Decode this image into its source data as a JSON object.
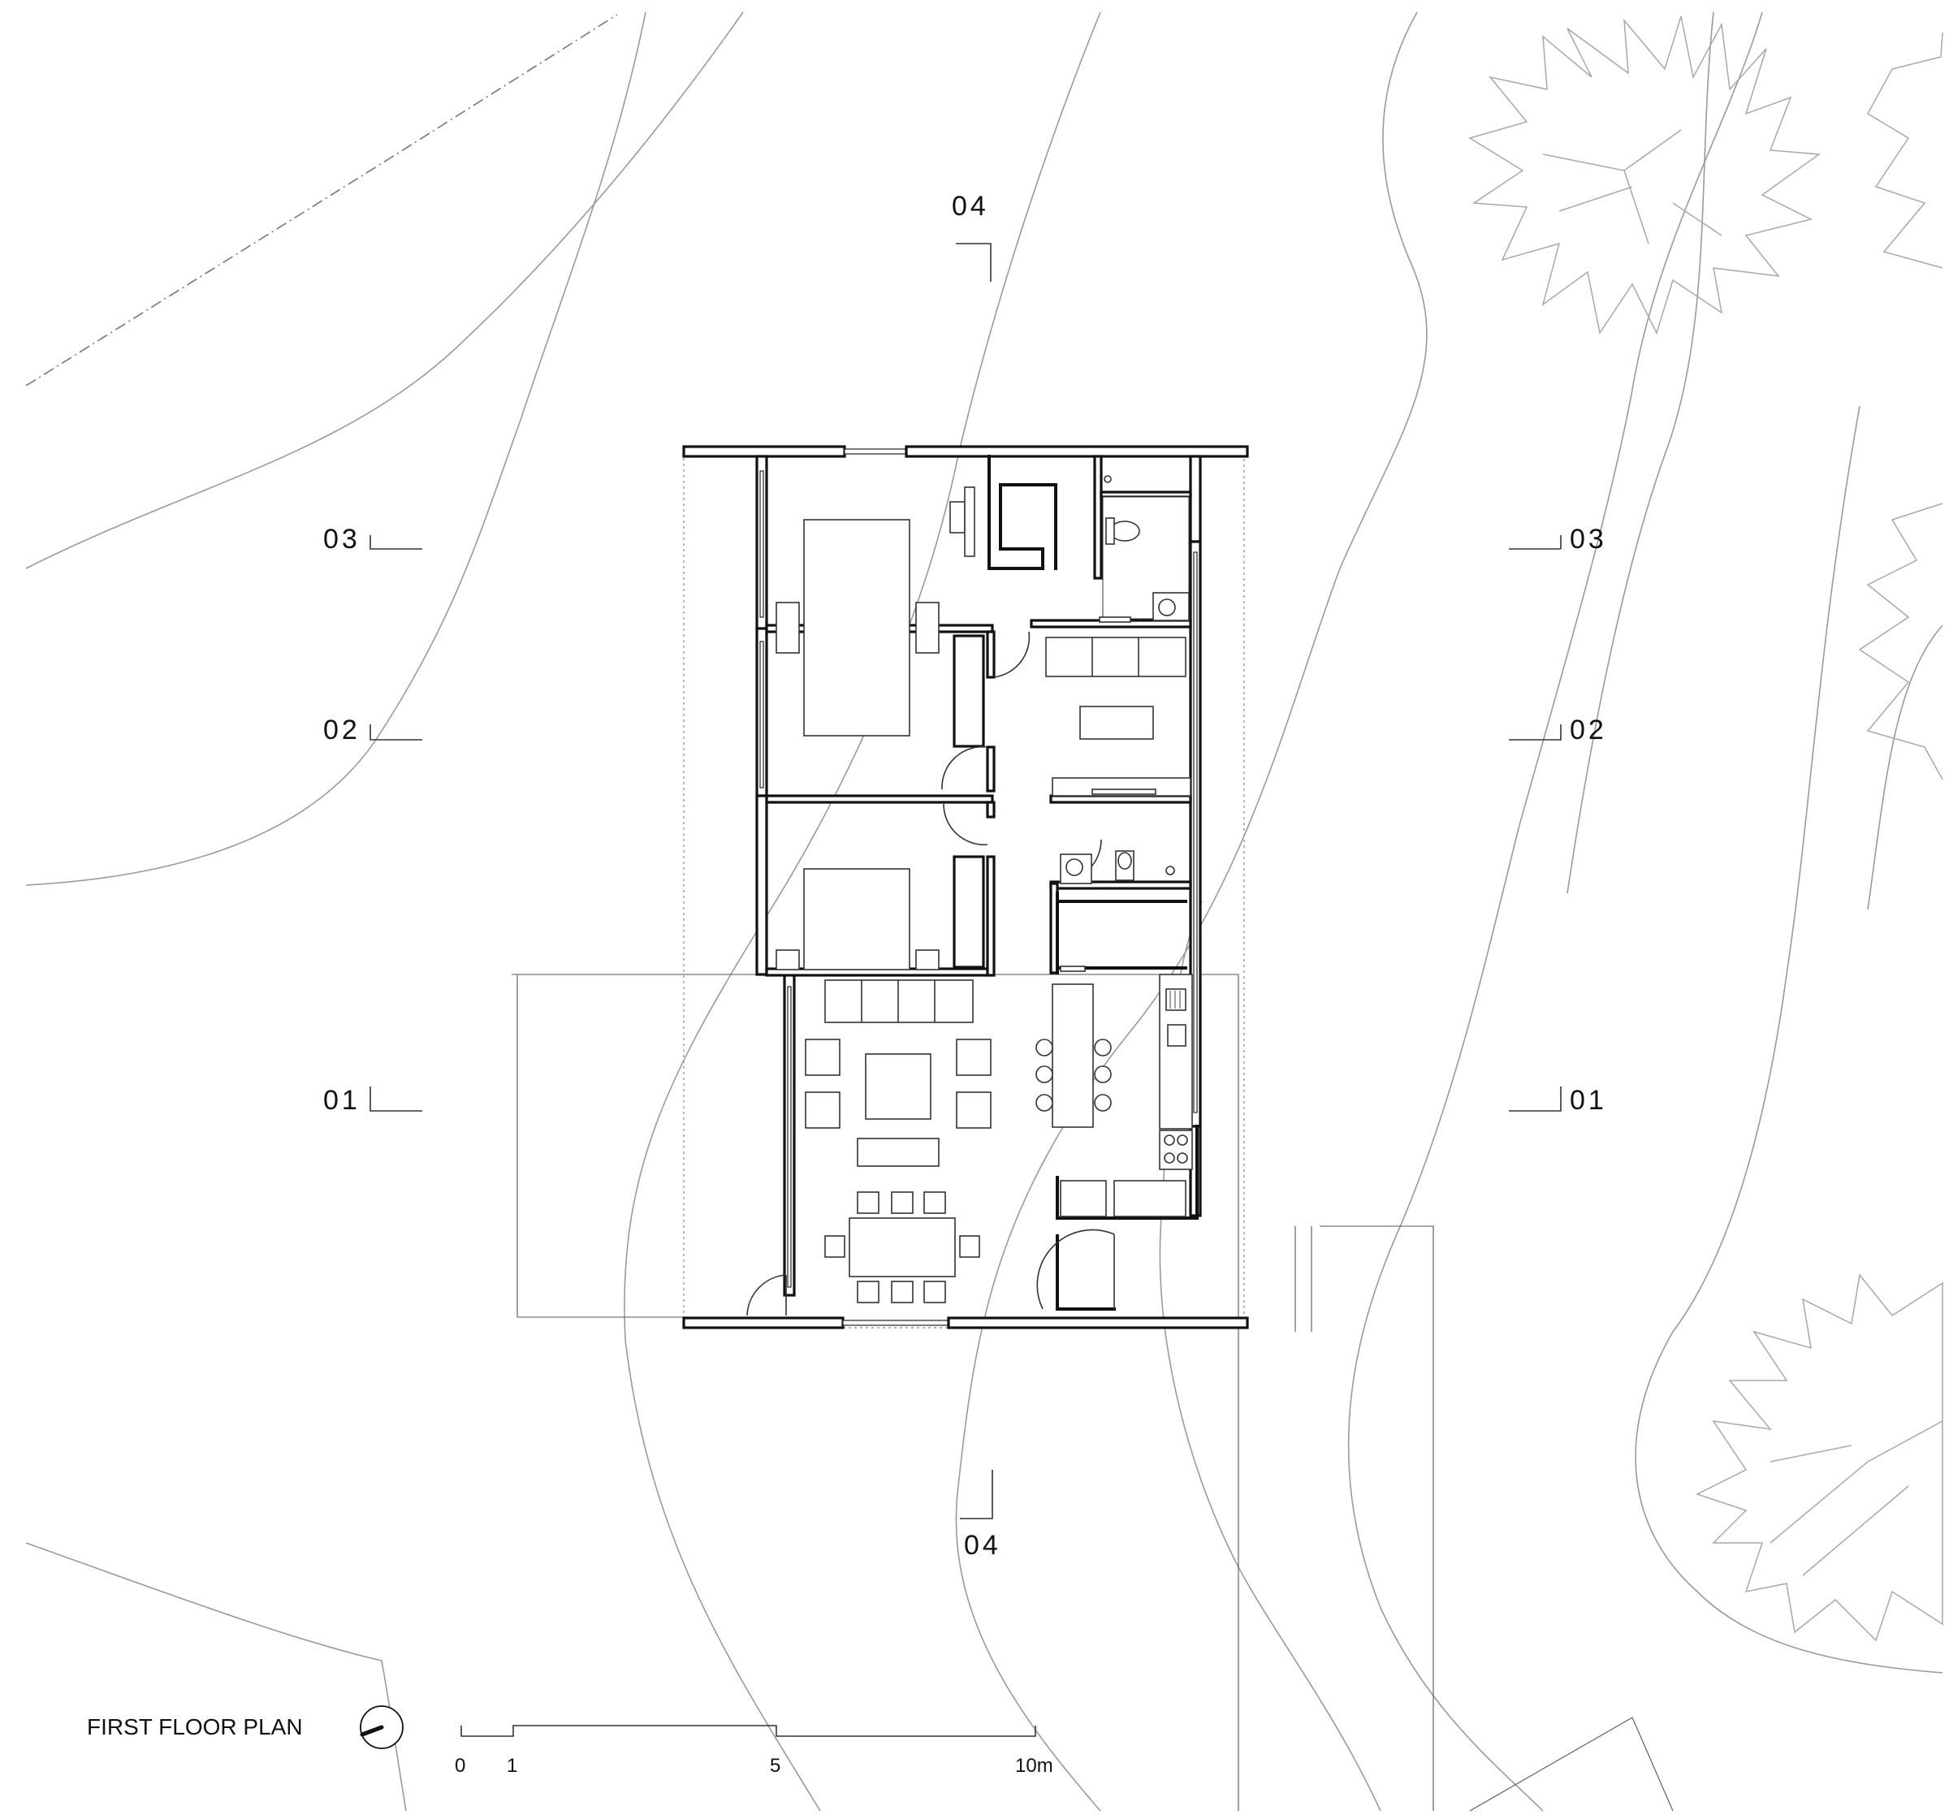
{
  "drawing": {
    "title": "FIRST FLOOR PLAN",
    "scale_bar": {
      "ticks": [
        "0",
        "1",
        "5",
        "10m"
      ]
    }
  },
  "section_marks": {
    "s01": "01",
    "s02": "02",
    "s03": "03",
    "s04": "04"
  },
  "icons": {
    "north": "north-arrow-icon",
    "trees": "tree-canopy-icon"
  }
}
